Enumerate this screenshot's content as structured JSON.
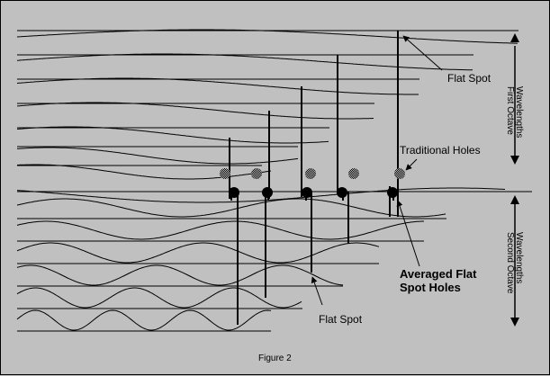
{
  "figure": {
    "caption": "Figure 2",
    "labels": {
      "flat_spot_top": "Flat Spot",
      "first_octave_line1": "First Octave",
      "first_octave_line2": "Wavelengths",
      "traditional_holes": "Traditional Holes",
      "second_octave_line1": "Second Octave",
      "second_octave_line2": "Wavelengths",
      "averaged_line1": "Averaged Flat",
      "averaged_line2": "Spot Holes",
      "flat_spot_bottom": "Flat Spot"
    },
    "colors": {
      "background": "#c0c0c0",
      "line": "#000000",
      "traditional_hole": "#8a8a8a"
    }
  }
}
